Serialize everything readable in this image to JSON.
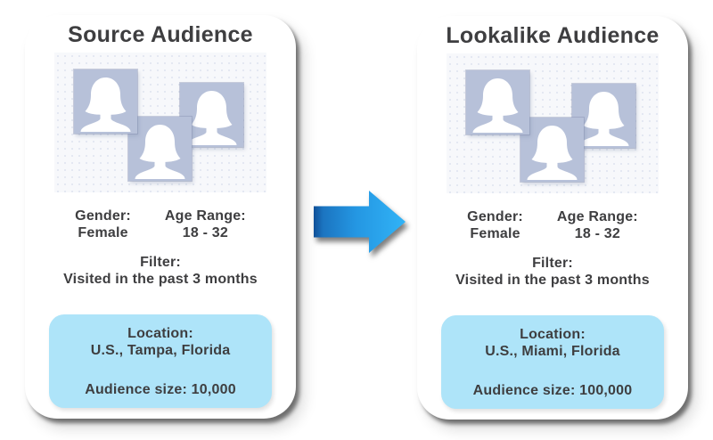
{
  "cards": [
    {
      "title": "Source Audience",
      "gender_label": "Gender:",
      "gender_value": "Female",
      "age_label": "Age Range:",
      "age_value": "18 - 32",
      "filter_label": "Filter:",
      "filter_value": "Visited in the past 3 months",
      "location_label": "Location:",
      "location_value": "U.S., Tampa, Florida",
      "audience_size": "Audience size: 10,000"
    },
    {
      "title": "Lookalike Audience",
      "gender_label": "Gender:",
      "gender_value": "Female",
      "age_label": "Age Range:",
      "age_value": "18 - 32",
      "filter_label": "Filter:",
      "filter_value": "Visited in the past 3 months",
      "location_label": "Location:",
      "location_value": "U.S., Miami, Florida",
      "audience_size": "Audience size: 100,000"
    }
  ],
  "arrow": {
    "direction": "right",
    "gradient_start": "#0f4f97",
    "gradient_end": "#31b3f6"
  },
  "colors": {
    "text": "#3e3e40",
    "card_background": "#ffffff",
    "highlight_box": "#aee4f9",
    "avatar_square": "#b7c1d9",
    "avatar_panel_background": "#f7f8fb"
  }
}
